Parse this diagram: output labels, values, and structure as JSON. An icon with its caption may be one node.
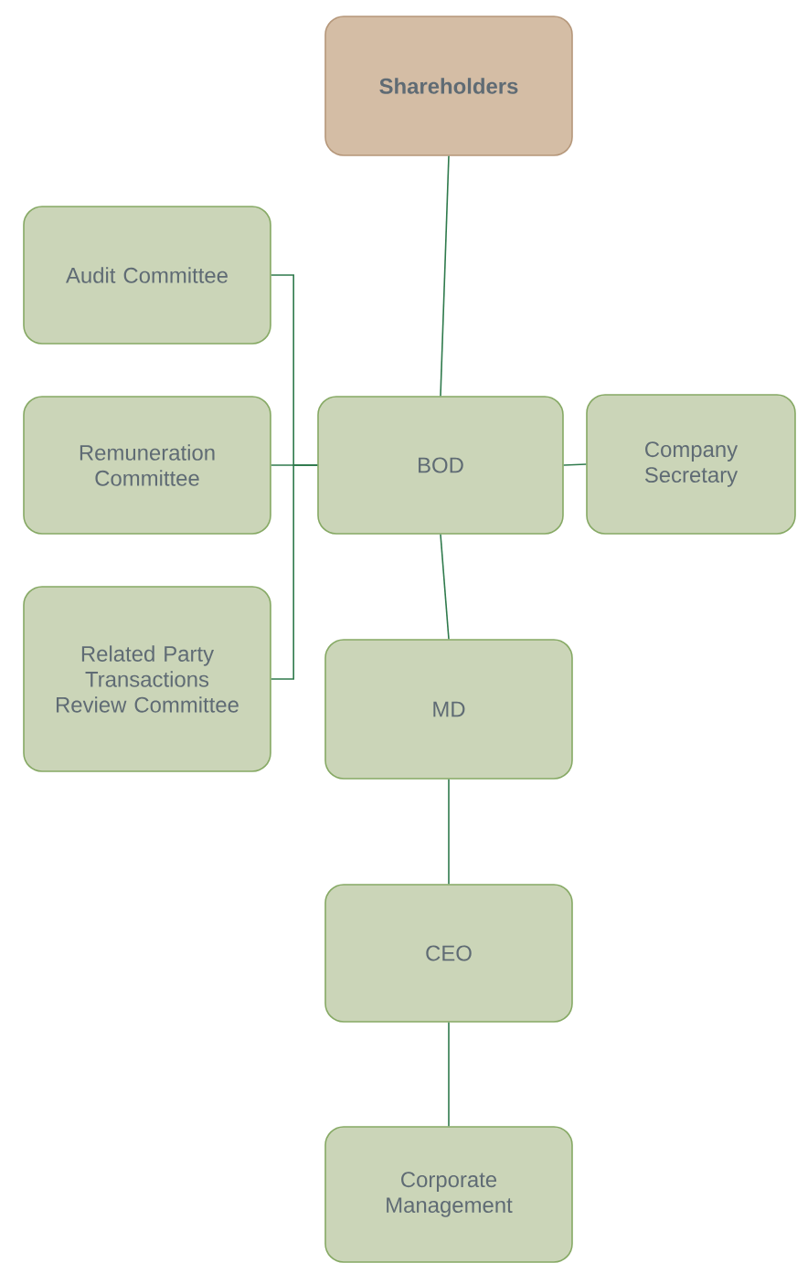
{
  "diagram": {
    "nodes": [
      {
        "text": [
          "Shareholders"
        ]
      },
      {
        "text": [
          "Audit Committee"
        ]
      },
      {
        "text": [
          "Remuneration Committee"
        ]
      },
      {
        "text": [
          "BOD"
        ]
      },
      {
        "text": [
          "Company Secretary"
        ]
      },
      {
        "text": [
          "Related Party Transactions Review Committee"
        ]
      },
      {
        "text": [
          "MD"
        ]
      },
      {
        "text": [
          "CEO"
        ]
      },
      {
        "text": [
          "Corporate Management"
        ]
      }
    ],
    "edges": [
      {
        "from": 0,
        "to": 3,
        "arrow": "none"
      },
      {
        "from": 3,
        "to": 1,
        "arrow": "none"
      },
      {
        "from": 3,
        "to": 2,
        "arrow": "none"
      },
      {
        "from": 3,
        "to": 5,
        "arrow": "none"
      },
      {
        "from": 3,
        "to": 4,
        "arrow": "none"
      },
      {
        "from": 3,
        "to": 6,
        "arrow": "none"
      },
      {
        "from": 6,
        "to": 7,
        "arrow": "none"
      },
      {
        "from": 7,
        "to": 8,
        "arrow": "none"
      }
    ]
  }
}
